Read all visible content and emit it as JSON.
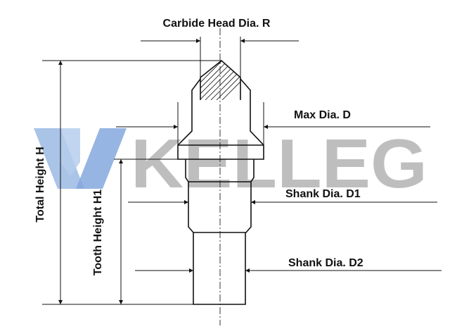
{
  "labels": {
    "carbide_head_dia": "Carbide Head Dia. R",
    "max_dia": "Max Dia. D",
    "shank_dia_d1": "Shank Dia. D1",
    "shank_dia_d2": "Shank Dia. D2",
    "total_height": "Total Height H",
    "tooth_height": "Tooth Height H1"
  },
  "watermark": {
    "text": "KELLEG",
    "color": "#a9a9a9",
    "logo_color": "#7aa3dc"
  }
}
